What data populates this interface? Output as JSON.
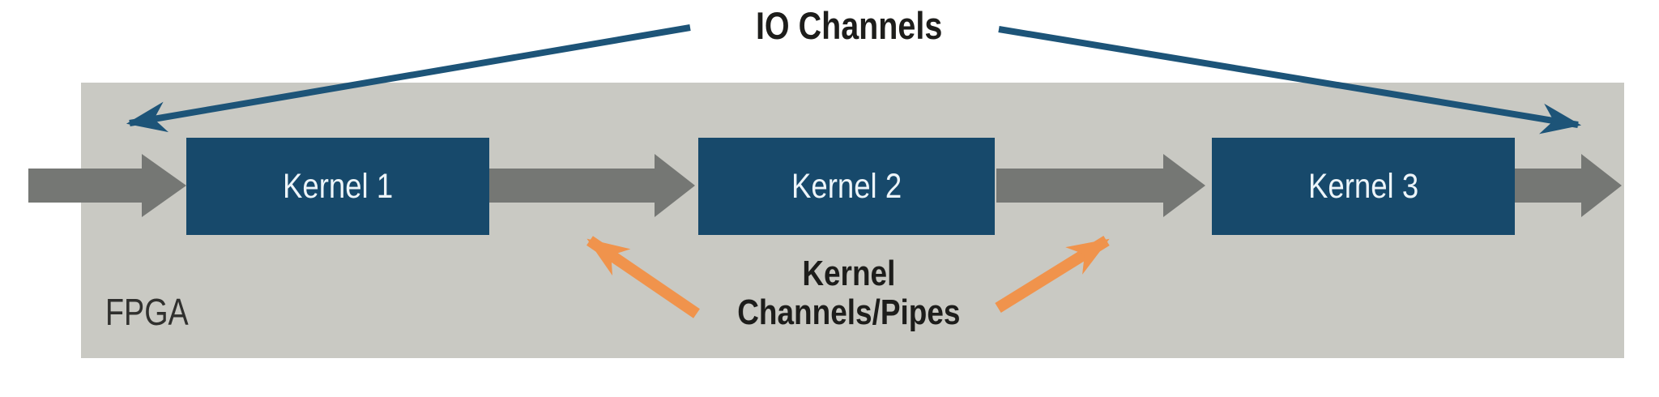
{
  "diagram": {
    "title": "IO Channels",
    "fpga": {
      "label": "FPGA"
    },
    "kernels": [
      {
        "label": "Kernel 1"
      },
      {
        "label": "Kernel 2"
      },
      {
        "label": "Kernel 3"
      }
    ],
    "channels_label": {
      "line1": "Kernel",
      "line2": "Channels/Pipes"
    },
    "colors": {
      "fpga_background": "#c9c9c3",
      "kernel_box_blue": "#17496b",
      "kernel_text": "#edf5fa",
      "io_arrow_blue": "#1d5478",
      "data_arrow_gray": "#757774",
      "channel_arrow_orange": "#f0934c",
      "label_text": "#1d1d1b"
    }
  }
}
